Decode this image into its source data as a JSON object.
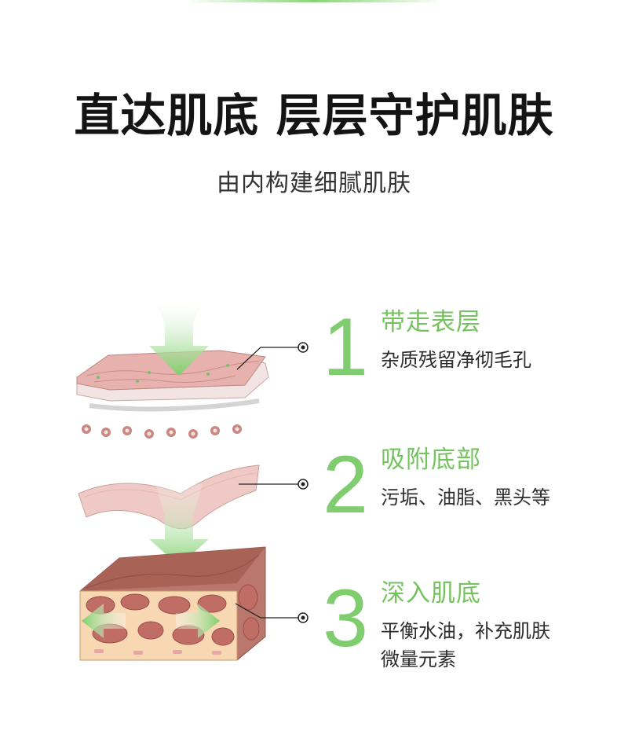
{
  "header": {
    "title": "直达肌底 层层守护肌肤",
    "subtitle": "由内构建细腻肌肤"
  },
  "steps": [
    {
      "number": "1",
      "heading": "带走表层",
      "desc_lines": [
        "杂质残留净彻毛孔"
      ]
    },
    {
      "number": "2",
      "heading": "吸附底部",
      "desc_lines": [
        "污垢、油脂、黑头等"
      ]
    },
    {
      "number": "3",
      "heading": "深入肌底",
      "desc_lines": [
        "平衡水油，补充肌肤",
        "微量元素"
      ]
    }
  ],
  "colors": {
    "accent_green": "#7fcd6e",
    "skin_pink": "#e7b4b0",
    "tissue_brown": "#b86f62"
  }
}
